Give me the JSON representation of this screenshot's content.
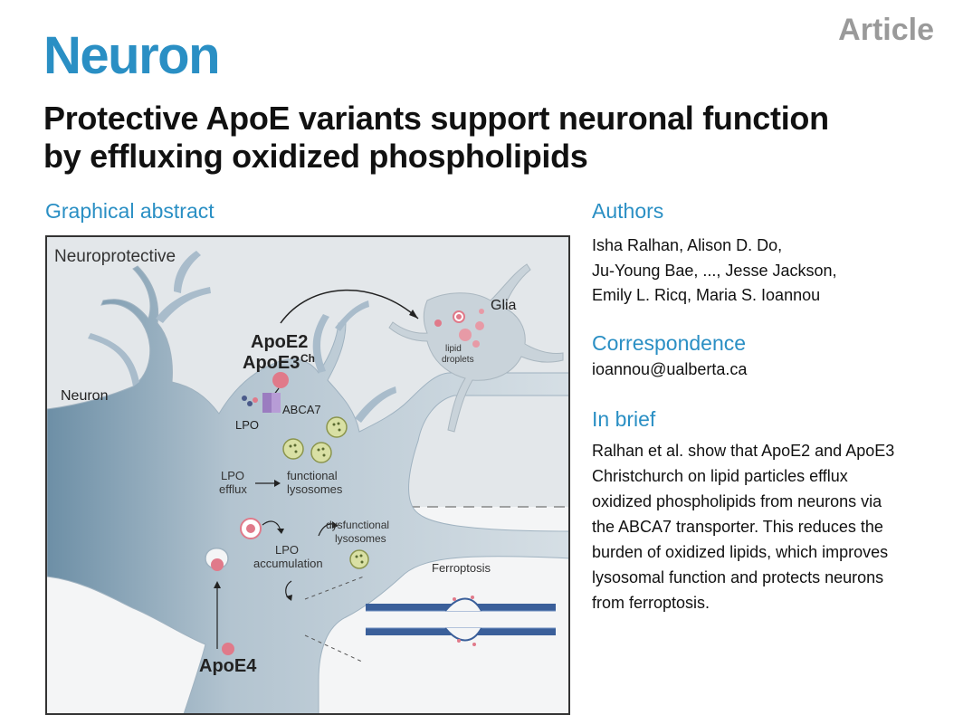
{
  "header": {
    "journal": "Neuron",
    "article_type": "Article"
  },
  "title": {
    "line1": "Protective ApoE variants support neuronal function",
    "line2": "by effluxing oxidized phospholipids"
  },
  "graphical_abstract": {
    "heading": "Graphical abstract",
    "labels": {
      "neuroprotective": "Neuroprotective",
      "neuron": "Neuron",
      "glia": "Glia",
      "apoe2": "ApoE2",
      "apoe3ch": "ApoE3",
      "apoe3ch_sup": "Ch",
      "abca7": "ABCA7",
      "lpo_top": "LPO",
      "lipid": "lipid",
      "droplets": "droplets",
      "lpo_efflux_1": "LPO",
      "lpo_efflux_2": "efflux",
      "functional_1": "functional",
      "functional_2": "lysosomes",
      "dysfunctional_1": "dysfunctional",
      "dysfunctional_2": "lysosomes",
      "lpo_acc_1": "LPO",
      "lpo_acc_2": "accumulation",
      "ferroptosis": "Ferroptosis",
      "apoe4": "ApoE4"
    }
  },
  "authors": {
    "heading": "Authors",
    "line1": "Isha Ralhan, Alison D. Do,",
    "line2": "Ju-Young Bae, ..., Jesse Jackson,",
    "line3": "Emily L. Ricq, Maria S. Ioannou"
  },
  "correspondence": {
    "heading": "Correspondence",
    "email": "ioannou@ualberta.ca"
  },
  "in_brief": {
    "heading": "In brief",
    "lines": [
      "Ralhan et al. show that ApoE2 and ApoE3",
      "Christchurch on lipid particles efflux",
      "oxidized phospholipids from neurons via",
      "the ABCA7 transporter. This reduces the",
      "burden of oxidized lipids, which improves",
      "lysosomal function and protects neurons",
      "from ferroptosis."
    ]
  },
  "colors": {
    "accent": "#2a8fc4",
    "article_gray": "#9a9a9a",
    "neuron_fill": "#b7c6d1",
    "particle_pink": "#e07a8a",
    "transporter_purple": "#9b7cc0"
  }
}
